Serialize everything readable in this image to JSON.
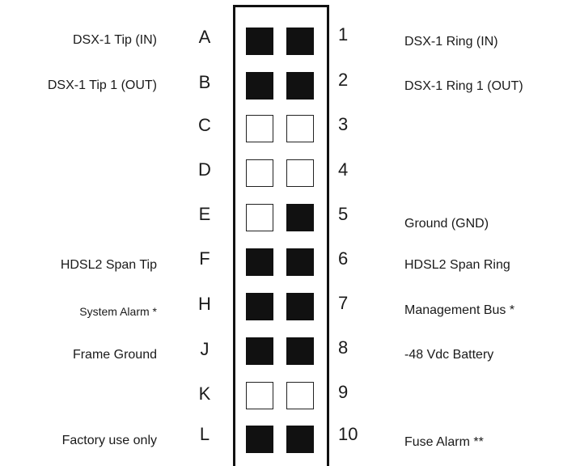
{
  "pinout": {
    "rows": [
      {
        "letter": "A",
        "number": "1",
        "left_label": "DSX-1  Tip (IN)",
        "right_label": "DSX-1  Ring (IN)",
        "left_pad": "filled",
        "right_pad": "filled"
      },
      {
        "letter": "B",
        "number": "2",
        "left_label": "DSX-1 Tip 1 (OUT)",
        "right_label": "DSX-1 Ring 1 (OUT)",
        "left_pad": "filled",
        "right_pad": "filled"
      },
      {
        "letter": "C",
        "number": "3",
        "left_label": "",
        "right_label": "",
        "left_pad": "empty",
        "right_pad": "empty"
      },
      {
        "letter": "D",
        "number": "4",
        "left_label": "",
        "right_label": "",
        "left_pad": "empty",
        "right_pad": "empty"
      },
      {
        "letter": "E",
        "number": "5",
        "left_label": "",
        "right_label": "Ground  (GND)",
        "left_pad": "empty",
        "right_pad": "filled"
      },
      {
        "letter": "F",
        "number": "6",
        "left_label": "HDSL2 Span  Tip",
        "right_label": "HDSL2 Span Ring",
        "left_pad": "filled",
        "right_pad": "filled"
      },
      {
        "letter": "H",
        "number": "7",
        "left_label": "System Alarm *",
        "right_label": "Management Bus *",
        "left_pad": "filled",
        "right_pad": "filled"
      },
      {
        "letter": "J",
        "number": "8",
        "left_label": "Frame Ground",
        "right_label": "-48 Vdc  Battery",
        "left_pad": "filled",
        "right_pad": "filled"
      },
      {
        "letter": "K",
        "number": "9",
        "left_label": "",
        "right_label": "",
        "left_pad": "empty",
        "right_pad": "empty"
      },
      {
        "letter": "L",
        "number": "10",
        "left_label": "Factory use only",
        "right_label": "Fuse Alarm **",
        "left_pad": "filled",
        "right_pad": "filled"
      }
    ]
  }
}
